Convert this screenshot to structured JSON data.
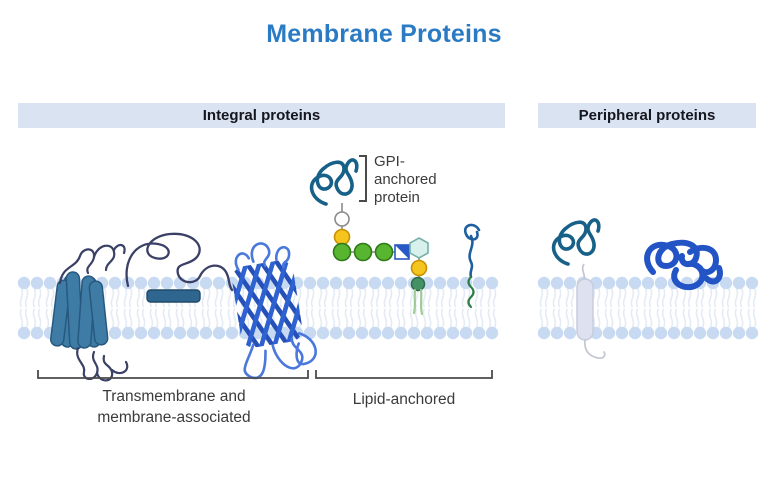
{
  "title": "Membrane Proteins",
  "sections": {
    "integral": {
      "label": "Integral proteins"
    },
    "peripheral": {
      "label": "Peripheral proteins"
    }
  },
  "annotations": {
    "gpi_label_lines": [
      "GPI-",
      "anchored",
      "protein"
    ],
    "transmembrane_label_lines": [
      "Transmembrane and",
      "membrane-associated"
    ],
    "lipid_anchored_label": "Lipid-anchored"
  },
  "colors": {
    "title_blue": "#2B7BC4",
    "header_bg": "#D9E3F1",
    "header_text": "#16161F",
    "label_text": "#3B3B3B",
    "bracket": "#4A4A4A",
    "lipid_head": "#C8DAF2",
    "lipid_tail": "#E4EBF5",
    "helix_fill": "#3E7CA6",
    "helix_stroke": "#27587E",
    "loop_dark": "#3A4066",
    "assoc_bar_fill": "#2F6690",
    "assoc_bar_stroke": "#1F4A68",
    "barrel_blue": "#2E62D0",
    "barrel_dark": "#2450B8",
    "barrel_loop": "#4A78DC",
    "teal_protein": "#176087",
    "royal_protein": "#2254C5",
    "glycan_green": "#58B52F",
    "glycan_green_stroke": "#2F7A18",
    "glycan_yellow": "#F6C51D",
    "glycan_yellow_stroke": "#C79102",
    "glycan_white": "#FFFFFF",
    "glycan_white_stroke": "#8A8A8A",
    "glycan_square_blue": "#2859C5",
    "glycan_hex_fill": "#D8F1ED",
    "glycan_hex_stroke": "#76B1AA",
    "gpi_anchor_fill": "#449165",
    "gpi_anchor_stroke": "#2D6B4C",
    "gpi_tail": "#9CCB96",
    "lipid_anchor_blue": "#1E5FA0",
    "lipid_anchor_green": "#2F7D46",
    "pale_helix_fill": "#DEE1F0",
    "pale_helix_stroke": "#C6CADB",
    "gray_strand": "#C2C6D0",
    "connector_gray": "#8A8A8A"
  }
}
